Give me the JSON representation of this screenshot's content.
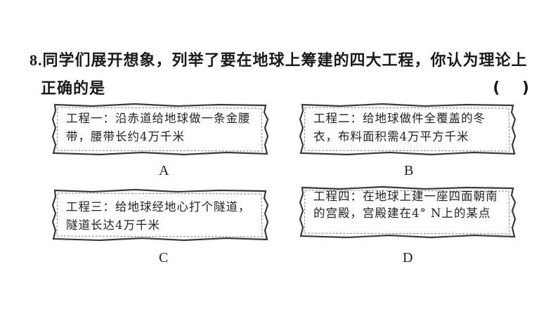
{
  "question": {
    "number": "8.",
    "line1": "同学们展开想象，列举了要在地球上筹建的四大工程，你认为理论上",
    "line2": "正确的是",
    "blank": "( )"
  },
  "options": [
    {
      "letter": "A",
      "text": "工程一：沿赤道给地球做一条金腰带，腰带长约4万千米"
    },
    {
      "letter": "B",
      "text": "工程二：给地球做件全覆盖的冬衣，布料面积需4万平方千米"
    },
    {
      "letter": "C",
      "text": "工程三：给地球经地心打个隧道，隧道长达4万千米"
    },
    {
      "letter": "D",
      "text": "工程四：在地球上建一座四面朝南的宫殿，宫殿建在4° N上的某点"
    }
  ]
}
